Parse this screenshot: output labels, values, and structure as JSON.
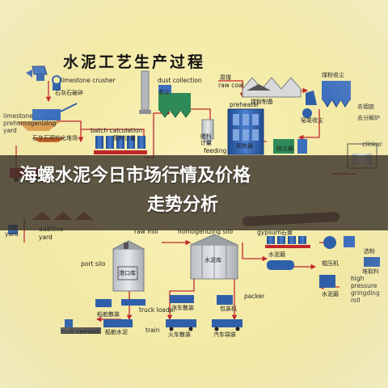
{
  "diagram": {
    "title": "水泥工艺生产过程",
    "labels": {
      "limestone_crusher": "limestone crusher",
      "limestone_crusher_cn": "石灰石破碎",
      "limestone_prehomo": "limestone",
      "limestone_prehomo2": "prehomogenizing",
      "limestone_prehomo3": "yard",
      "prehomo_yard_cn": "石灰石预均化堆场",
      "batch_calc": "batch calculation",
      "batch_calc_cn": "配料计量",
      "dust_collection": "dust collection",
      "dust_cn": "收尘",
      "raw_coal_cn": "原煤",
      "raw_coal": "raw coal",
      "coal_mill_cn": "煤粉制备",
      "coal_dust_cn": "煤粉收尘",
      "preheater": "preheater",
      "preheater_cn": "预热器",
      "feeding": "feeding",
      "feeding_cn": "喂料",
      "metering_cn": "计量",
      "dust_collector_right": "除尘器",
      "kiln_exit_dust": "窑尾收尘",
      "to_chimney": "去烟囱",
      "to_kiln": "去分解炉",
      "clinker_box": "clinker",
      "raw_mill": "raw mill",
      "homogenizing_silo": "homogenizing silo",
      "yard_left": "yard",
      "additive_yard": "additive",
      "additive_yard2": "yard",
      "gypsum": "gypsum",
      "gypsum_cn": "石膏",
      "cement_mill_cn": "水泥磨",
      "port_silo": "port silo",
      "port_silo_cn": "港口库",
      "cement_silo_cn": "水泥库",
      "truck_loader": "truck loader",
      "packer": "packer",
      "packer_cn": "包装机",
      "car_bulk_cn": "汽车散装",
      "car_bag_cn": "汽车袋装",
      "train": "train",
      "train_cn": "火车散装",
      "bulk_cement": "bulk cement",
      "ship_bulk_cn": "船舶水泥",
      "ship_cn": "船舶散装",
      "roll_press_cn": "辊压机",
      "cement_mill2_cn": "水泥磨",
      "hpgr1": "high",
      "hpgr2": "pressure",
      "hpgr3": "gringding",
      "hpgr4": "roll",
      "sep_cn": "选粉",
      "stacker_cn": "堆取料"
    }
  },
  "banner": {
    "line1": "海螺水泥今日市场行情及价格",
    "line2": "走势分析"
  },
  "colors": {
    "background": "#f3eaa6",
    "machine_blue": "#2f5fa8",
    "silo_grey": "#cfd3d6",
    "arrow_red": "#c0272d",
    "banner_bg": "#37302a"
  }
}
